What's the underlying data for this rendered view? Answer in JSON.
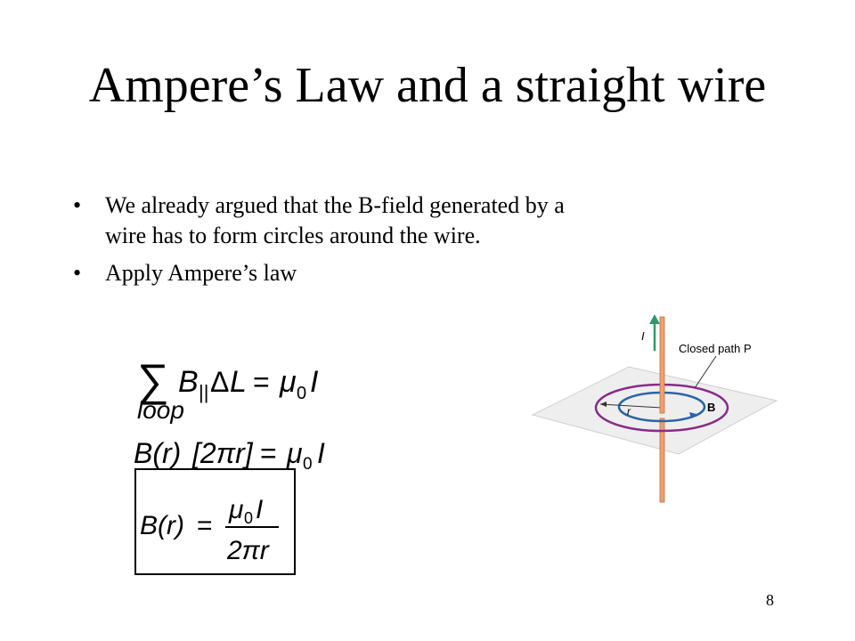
{
  "slide": {
    "title": "Ampere’s Law and a straight wire",
    "bullets": [
      "We already argued that the B-field generated by a wire has to form circles around the wire.",
      "Apply Ampere’s law"
    ],
    "page_number": "8"
  },
  "equations": {
    "eq1": {
      "sum": "∑",
      "lhs": "B",
      "sub": "||",
      "delta": "Δ",
      "L": "L",
      "eq": "=",
      "mu": "μ",
      "zero": "0",
      "I": "I",
      "under": "loop"
    },
    "eq2": {
      "lhs": "B(r)",
      "bracket": "[2πr]",
      "eq": "=",
      "mu": "μ",
      "zero": "0",
      "I": "I"
    },
    "eq3": {
      "lhs": "B(r)",
      "eq": "=",
      "num_mu": "μ",
      "num_zero": "0",
      "num_I": "I",
      "den": "2πr"
    }
  },
  "figure": {
    "current_label": "I",
    "path_label": "Closed path P",
    "field_label": "B",
    "radius_label": "r",
    "colors": {
      "wire": "#f0a070",
      "arrow": "#2e9a6c",
      "path": "#8a2a8a",
      "field": "#2a64a8",
      "plane": "#eeeeee"
    }
  }
}
